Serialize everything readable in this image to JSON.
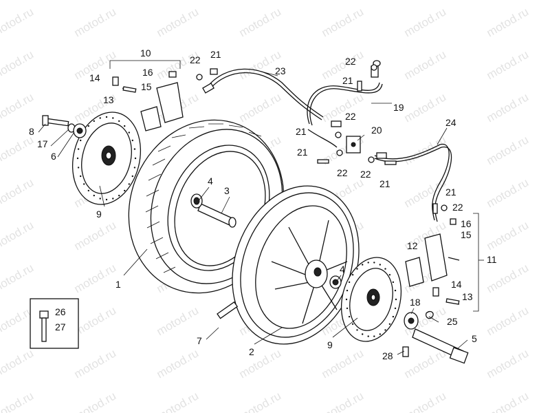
{
  "watermark": "motod.ru",
  "callouts": {
    "c1": "1",
    "c2": "2",
    "c3": "3",
    "c4a": "4",
    "c4b": "4",
    "c5": "5",
    "c6": "6",
    "c7": "7",
    "c8": "8",
    "c9a": "9",
    "c9b": "9",
    "c10": "10",
    "c11": "11",
    "c12": "12",
    "c13a": "13",
    "c13b": "13",
    "c14a": "14",
    "c14b": "14",
    "c15a": "15",
    "c15b": "15",
    "c16a": "16",
    "c16b": "16",
    "c17": "17",
    "c18": "18",
    "c19": "19",
    "c20": "20",
    "c21a": "21",
    "c21b": "21",
    "c21c": "21",
    "c21d": "21",
    "c21e": "21",
    "c21f": "21",
    "c22a": "22",
    "c22b": "22",
    "c22c": "22",
    "c22d": "22",
    "c22e": "22",
    "c22f": "22",
    "c23": "23",
    "c24": "24",
    "c25": "25",
    "c26": "26",
    "c27": "27",
    "c28": "28"
  }
}
